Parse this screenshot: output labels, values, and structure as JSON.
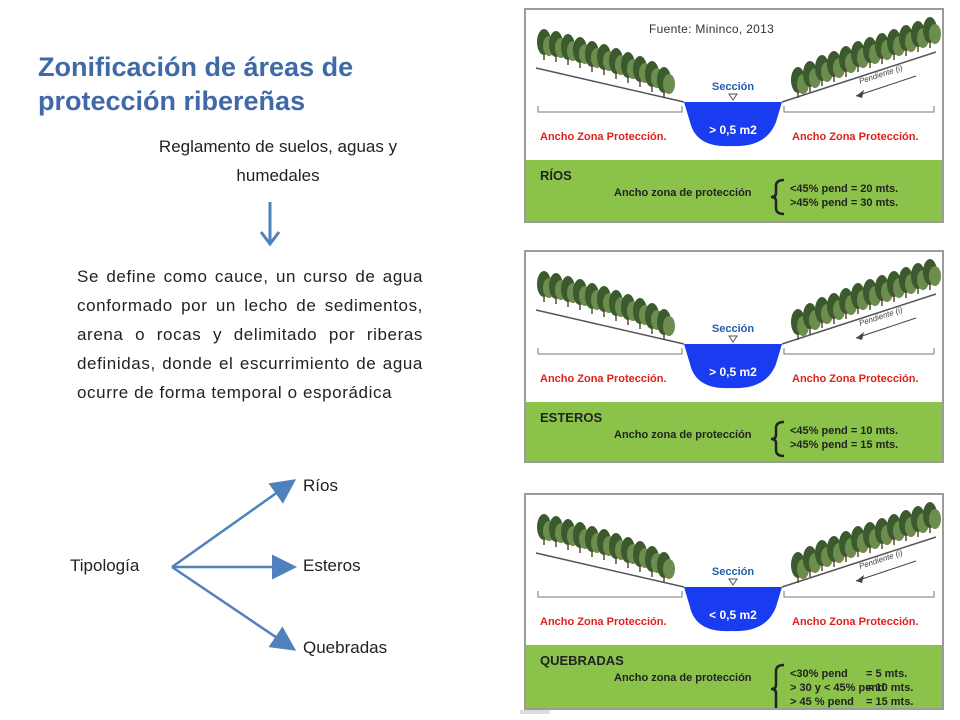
{
  "slide": {
    "title": "Zonificación de áreas de protección ribereñas",
    "subtitle": "Reglamento de suelos, aguas y humedales",
    "definition": "Se define como cauce, un curso de agua conformado por un lecho de sedimentos, arena o rocas y delimitado por riberas definidas, donde el escurrimiento de agua ocurre de forma temporal o esporádica",
    "typology": {
      "root": "Tipología",
      "branches": [
        "Ríos",
        "Esteros",
        "Quebradas"
      ]
    },
    "source": "Fuente: Mininco, 2013"
  },
  "panels": [
    {
      "section_label": "Sección",
      "flow_label": "> 0,5 m2",
      "slope_label": "Pendiente (i)",
      "zone_left": "Ancho Zona Protección.",
      "zone_right": "Ancho Zona Protección.",
      "category": "RÍOS",
      "rule_label": "Ancho zona de protección",
      "rules": [
        "<45% pend = 20 mts.",
        ">45% pend = 30 mts."
      ]
    },
    {
      "section_label": "Sección",
      "flow_label": "> 0,5 m2",
      "slope_label": "Pendiente (i)",
      "zone_left": "Ancho Zona Protección.",
      "zone_right": "Ancho Zona Protección.",
      "category": "ESTEROS",
      "rule_label": "Ancho zona de protección",
      "rules": [
        "<45% pend = 10 mts.",
        ">45% pend = 15 mts."
      ]
    },
    {
      "section_label": "Sección",
      "flow_label": "< 0,5 m2",
      "slope_label": "Pendiente (i)",
      "zone_left": "Ancho Zona Protección.",
      "zone_right": "Ancho Zona Protección.",
      "category": "QUEBRADAS",
      "rule_label": "Ancho zona de protección",
      "rules": [
        "<30% pend",
        "> 30 y < 45% pend",
        "> 45 % pend"
      ],
      "rule_values": [
        "= 5 mts.",
        "= 10 mts.",
        "= 15 mts."
      ]
    }
  ],
  "colors": {
    "title": "#3f69a7",
    "arrow": "#4f81bd",
    "water": "#1a3cf0",
    "zone_text": "#e0201b",
    "section_text": "#1f5fb0",
    "green_band": "#8bc34a",
    "tree_dark": "#3b5a2e"
  }
}
